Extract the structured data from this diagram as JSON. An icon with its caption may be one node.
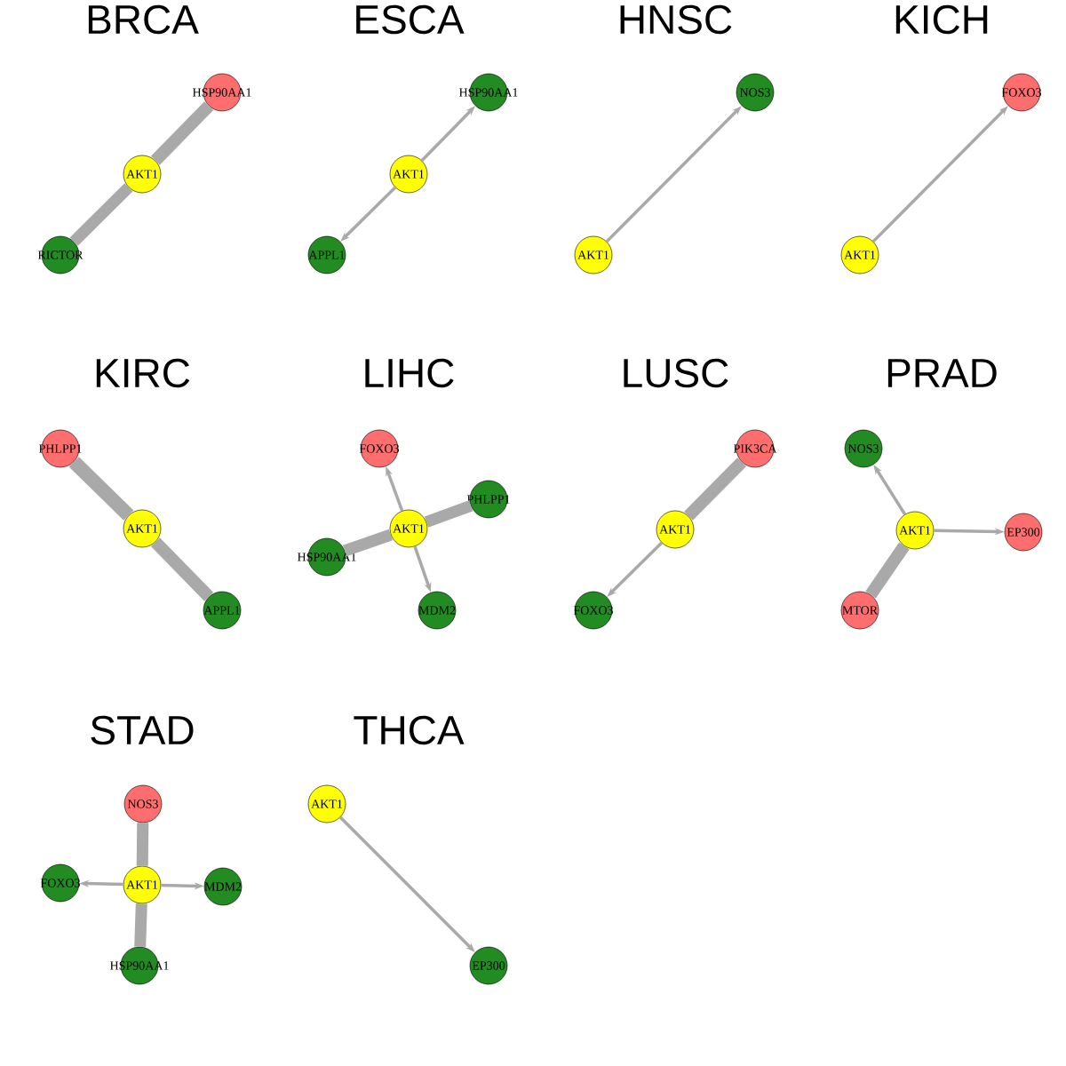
{
  "diagram": {
    "nodes": [
      {
        "text": [
          "AKT1"
        ]
      },
      {
        "text": [
          "HSP90AA1"
        ]
      },
      {
        "text": [
          "RICTOR"
        ]
      },
      {
        "text": [
          "AKT1"
        ]
      },
      {
        "text": [
          "HSP90AA1"
        ]
      },
      {
        "text": [
          "APPL1"
        ]
      },
      {
        "text": [
          "AKT1"
        ]
      },
      {
        "text": [
          "NOS3"
        ]
      },
      {
        "text": [
          "AKT1"
        ]
      },
      {
        "text": [
          "FOXO3"
        ]
      },
      {
        "text": [
          "PHLPP1"
        ]
      },
      {
        "text": [
          "AKT1"
        ]
      },
      {
        "text": [
          "APPL1"
        ]
      },
      {
        "text": [
          "FOXO3"
        ]
      },
      {
        "text": [
          "PHLPP1"
        ]
      },
      {
        "text": [
          "AKT1"
        ]
      },
      {
        "text": [
          "HSP90AA1"
        ]
      },
      {
        "text": [
          "MDM2"
        ]
      },
      {
        "text": [
          "PIK3CA"
        ]
      },
      {
        "text": [
          "AKT1"
        ]
      },
      {
        "text": [
          "FOXO3"
        ]
      },
      {
        "text": [
          "NOS3"
        ]
      },
      {
        "text": [
          "AKT1"
        ]
      },
      {
        "text": [
          "EP300"
        ]
      },
      {
        "text": [
          "MTOR"
        ]
      },
      {
        "text": [
          "NOS3"
        ]
      },
      {
        "text": [
          "FOXO3"
        ]
      },
      {
        "text": [
          "AKT1"
        ]
      },
      {
        "text": [
          "MDM2"
        ]
      },
      {
        "text": [
          "HSP90AA1"
        ]
      },
      {
        "text": [
          "AKT1"
        ]
      },
      {
        "text": [
          "EP300"
        ]
      }
    ],
    "edges": [
      {
        "from": 0,
        "to": 1,
        "arrow": "none",
        "style": "thick"
      },
      {
        "from": 0,
        "to": 2,
        "arrow": "none",
        "style": "thick"
      },
      {
        "from": 3,
        "to": 4,
        "arrow": "to"
      },
      {
        "from": 3,
        "to": 5,
        "arrow": "to"
      },
      {
        "from": 6,
        "to": 7,
        "arrow": "to"
      },
      {
        "from": 8,
        "to": 9,
        "arrow": "to"
      },
      {
        "from": 11,
        "to": 10,
        "arrow": "none",
        "style": "thick"
      },
      {
        "from": 11,
        "to": 12,
        "arrow": "none",
        "style": "thick"
      },
      {
        "from": 15,
        "to": 13,
        "arrow": "to"
      },
      {
        "from": 15,
        "to": 14,
        "arrow": "none",
        "style": "thick"
      },
      {
        "from": 15,
        "to": 16,
        "arrow": "none",
        "style": "thick"
      },
      {
        "from": 15,
        "to": 17,
        "arrow": "to"
      },
      {
        "from": 19,
        "to": 18,
        "arrow": "none",
        "style": "thick"
      },
      {
        "from": 19,
        "to": 20,
        "arrow": "to"
      },
      {
        "from": 22,
        "to": 21,
        "arrow": "to"
      },
      {
        "from": 22,
        "to": 23,
        "arrow": "to"
      },
      {
        "from": 22,
        "to": 24,
        "arrow": "none",
        "style": "thick"
      },
      {
        "from": 27,
        "to": 25,
        "arrow": "none",
        "style": "thick"
      },
      {
        "from": 27,
        "to": 26,
        "arrow": "to"
      },
      {
        "from": 27,
        "to": 28,
        "arrow": "to"
      },
      {
        "from": 27,
        "to": 29,
        "arrow": "none",
        "style": "thick"
      },
      {
        "from": 30,
        "to": 31,
        "arrow": "to"
      }
    ],
    "labels": [
      "BRCA",
      "ESCA",
      "HNSC",
      "KICH",
      "KIRC",
      "LIHC",
      "LUSC",
      "PRAD",
      "STAD",
      "THCA"
    ]
  }
}
